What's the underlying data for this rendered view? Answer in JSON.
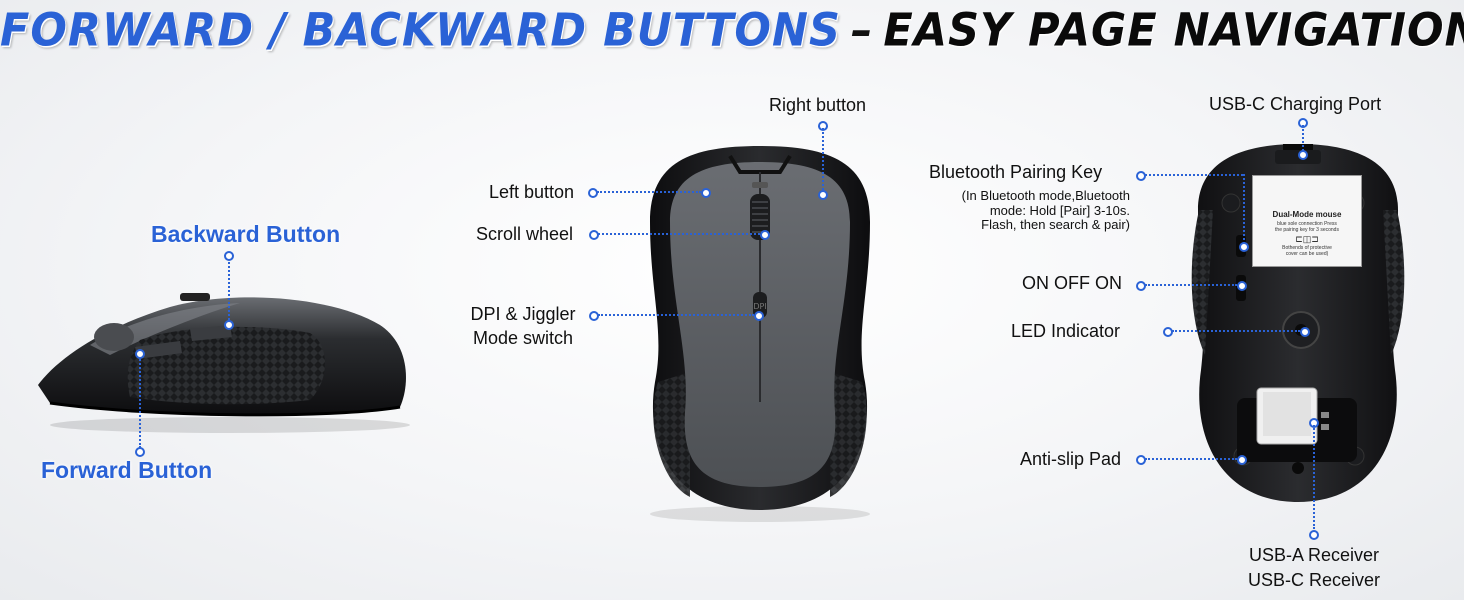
{
  "title": {
    "part_blue": "FORWARD / BACKWARD BUTTONS",
    "separator": "–",
    "part_black": "EASY PAGE NAVIGATION"
  },
  "side_view": {
    "backward_label": "Backward Button",
    "forward_label": "Forward Button"
  },
  "top_view": {
    "right_button": "Right button",
    "left_button": "Left button",
    "scroll_wheel": "Scroll wheel",
    "dpi_line1": "DPI & Jiggler",
    "dpi_line2": "Mode switch"
  },
  "bottom_view": {
    "usb_c_port": "USB-C Charging Port",
    "bt_key": "Bluetooth Pairing Key",
    "bt_note_1": "(In Bluetooth mode,Bluetooth",
    "bt_note_2": "mode: Hold [Pair] 3-10s.",
    "bt_note_3": "Flash, then search & pair)",
    "power_switch": "ON OFF ON",
    "led": "LED Indicator",
    "anti_slip": "Anti-slip Pad",
    "receiver_1": "USB-A Receiver",
    "receiver_2": "USB-C Receiver",
    "sticker_title": "Dual-Mode mouse",
    "sticker_text_1": "blue sole connection Press",
    "sticker_text_2": "the pairing key for 3 seconds",
    "sticker_text_3": "Bothends of protective",
    "sticker_text_4": "cover can be used)"
  },
  "colors": {
    "accent": "#2a62d6",
    "mouse_body": "#1b1c1e",
    "mouse_top": "#55585c"
  }
}
